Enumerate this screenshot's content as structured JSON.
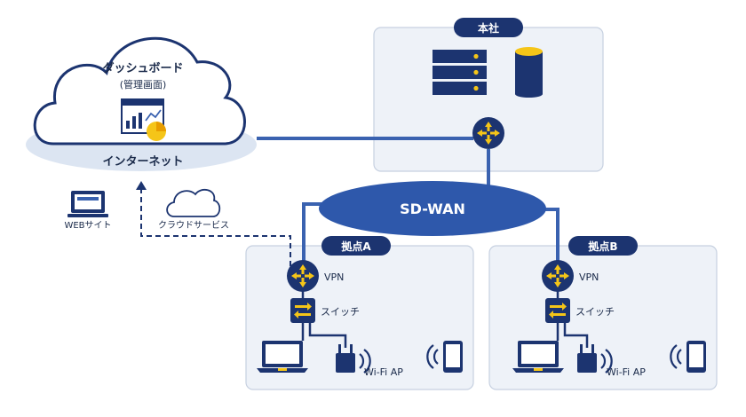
{
  "cloud": {
    "title": "ダッシュボード",
    "subtitle": "(管理画面)",
    "internet_label": "インターネット"
  },
  "hq": {
    "badge": "本社"
  },
  "sdwan": {
    "label": "SD-WAN"
  },
  "web_site": {
    "label": "WEBサイト"
  },
  "cloud_service": {
    "label": "クラウドサービス"
  },
  "branch_a": {
    "badge": "拠点A",
    "vpn_label": "VPN",
    "switch_label": "スイッチ",
    "wifi_label": "Wi-Fi AP"
  },
  "branch_b": {
    "badge": "拠点B",
    "vpn_label": "VPN",
    "switch_label": "スイッチ",
    "wifi_label": "Wi-Fi AP"
  },
  "colors": {
    "navy": "#1c3470",
    "blue": "#3a62b0",
    "panel": "#eef2f8",
    "panel_border": "#c6d0e0",
    "yellow": "#f5c518",
    "cloud_light": "#dce5f2"
  },
  "icons": [
    "server-icon",
    "database-icon",
    "router-icon",
    "switch-icon",
    "laptop-icon",
    "wifi-ap-icon",
    "smartphone-icon",
    "cloud-icon",
    "dashboard-chart-icon",
    "web-monitor-icon"
  ]
}
